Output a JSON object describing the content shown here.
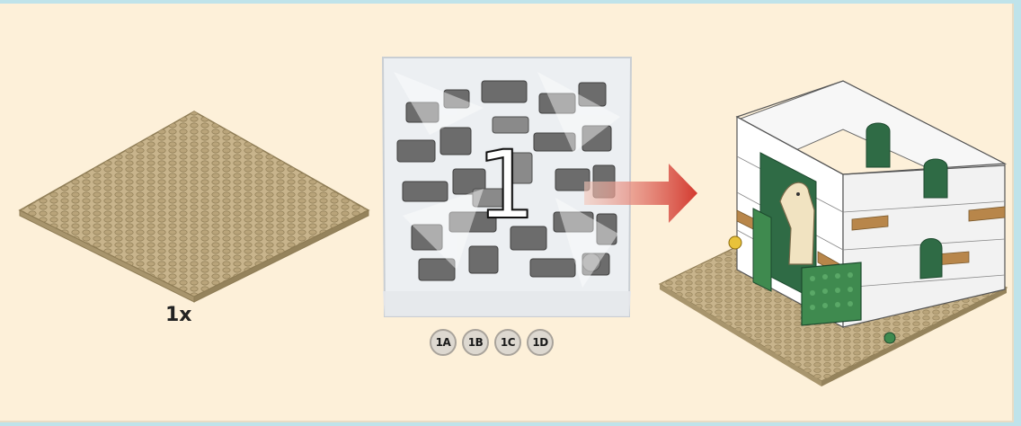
{
  "step": {
    "baseplate_quantity": "1x",
    "bag_number": "1",
    "sub_bags": [
      "1A",
      "1B",
      "1C",
      "1D"
    ]
  },
  "colors": {
    "background": "#fdf0d9",
    "frame": "#bfe3ea",
    "baseplate": "#c8b48c",
    "arrow": "#d33a2f",
    "stable_wall": "#ffffff",
    "stable_green": "#2f6b45",
    "horse": "#f1e3c1"
  },
  "icons": {
    "baseplate": "baseplate-image",
    "bag": "polybag-image",
    "arrow": "arrow-right-icon",
    "model": "stable-model-image"
  }
}
